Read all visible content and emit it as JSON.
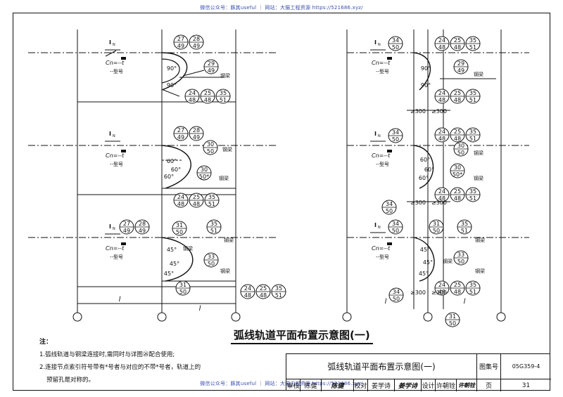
{
  "watermark": "微信公众号：豚其useful ｜ 网站：大猫工程资源 https://521686.xyz/",
  "drawing_title": "弧线轨道平面布置示意图(一)",
  "notes": {
    "heading": "注：",
    "items": [
      "1.弧线轨道与钢梁连接时,需同时与详图㉖配合使用;",
      "2.连接节点索引符号带有*号者与对应的不带*号者，轨道上的",
      "预留孔是对称的。"
    ]
  },
  "title_block": {
    "name": "弧线轨道平面布置示意图(一)",
    "atlas_label": "图集号",
    "atlas_no": "05G359-4",
    "review_label": "审核",
    "reviewer": "陈健",
    "reviewer_sig": "陈健",
    "check_label": "校对",
    "checker": "姜学诗",
    "checker_sig": "姜学诗",
    "design_label": "设计",
    "designer": "许朝铨",
    "designer_sig": "许朝铨",
    "page_label": "页",
    "page_no": "31"
  },
  "labels": {
    "col_mark": "I",
    "col_sub": "N",
    "cn": "Cn=--t",
    "model": "--型号",
    "beam": "钢梁",
    "span": "l",
    "dim300": "≥300",
    "a90": "90°",
    "a60": "60°",
    "a45": "45°",
    "vbeam": "钢梁"
  },
  "bubbles": {
    "r27": [
      "27",
      "49"
    ],
    "r28": [
      "28",
      "49"
    ],
    "r29": [
      "29",
      "49"
    ],
    "r24": [
      "24",
      "48"
    ],
    "r25": [
      "25",
      "48"
    ],
    "r35": [
      "35",
      "51"
    ],
    "r30": [
      "30",
      "50"
    ],
    "r30s": [
      "30",
      "50*"
    ],
    "r31": [
      "31",
      "50"
    ],
    "r33": [
      "33",
      "50"
    ],
    "r34": [
      "34",
      "50"
    ]
  }
}
